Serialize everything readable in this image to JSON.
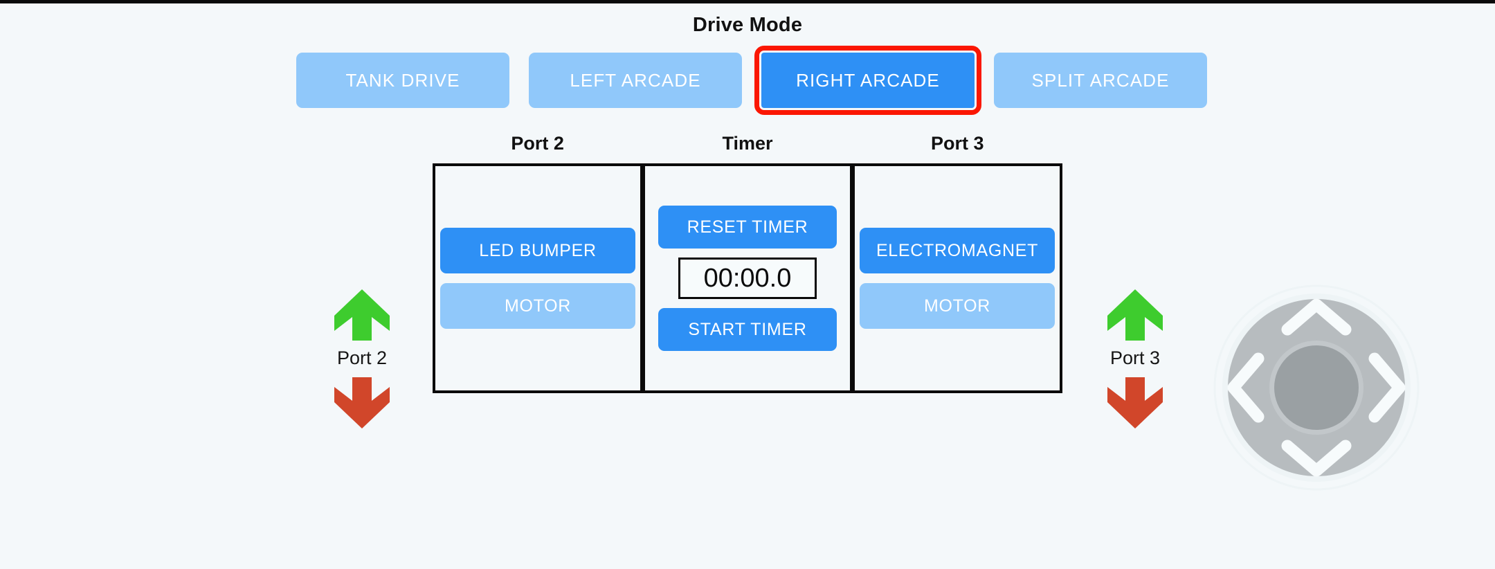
{
  "header": {
    "title": "Drive Mode"
  },
  "drive_modes": {
    "selected": "RIGHT ARCADE",
    "highlight_color": "#fb1703",
    "active_color": "#2e90f5",
    "inactive_color": "#90c8fa",
    "options": [
      {
        "label": "TANK DRIVE",
        "state": "inactive"
      },
      {
        "label": "LEFT ARCADE",
        "state": "inactive"
      },
      {
        "label": "RIGHT ARCADE",
        "state": "active"
      },
      {
        "label": "SPLIT ARCADE",
        "state": "inactive"
      }
    ]
  },
  "columns": [
    {
      "header": "Port 2"
    },
    {
      "header": "Timer"
    },
    {
      "header": "Port 3"
    }
  ],
  "port2_panel": {
    "buttons": [
      {
        "label": "LED BUMPER",
        "state": "active"
      },
      {
        "label": "MOTOR",
        "state": "inactive"
      }
    ]
  },
  "timer_panel": {
    "reset_label": "RESET TIMER",
    "start_label": "START TIMER",
    "readout": "00:00.0"
  },
  "port3_panel": {
    "buttons": [
      {
        "label": "ELECTROMAGNET",
        "state": "active"
      },
      {
        "label": "MOTOR",
        "state": "inactive"
      }
    ]
  },
  "port_controls": [
    {
      "label": "Port 2",
      "up_icon": "green-up-arrow-icon",
      "down_icon": "red-down-arrow-icon",
      "up_color": "#3ecc2e",
      "down_color": "#d1462a"
    },
    {
      "label": "Port 3",
      "up_icon": "green-up-arrow-icon",
      "down_icon": "red-down-arrow-icon",
      "up_color": "#3ecc2e",
      "down_color": "#d1462a"
    }
  ],
  "dpad": {
    "icon": "directional-pad-icon",
    "ring_color": "#b7bcbf",
    "knob_color": "#9aa0a3",
    "chevron_color": "#f7fbfc",
    "directions": [
      "up",
      "right",
      "down",
      "left"
    ]
  }
}
